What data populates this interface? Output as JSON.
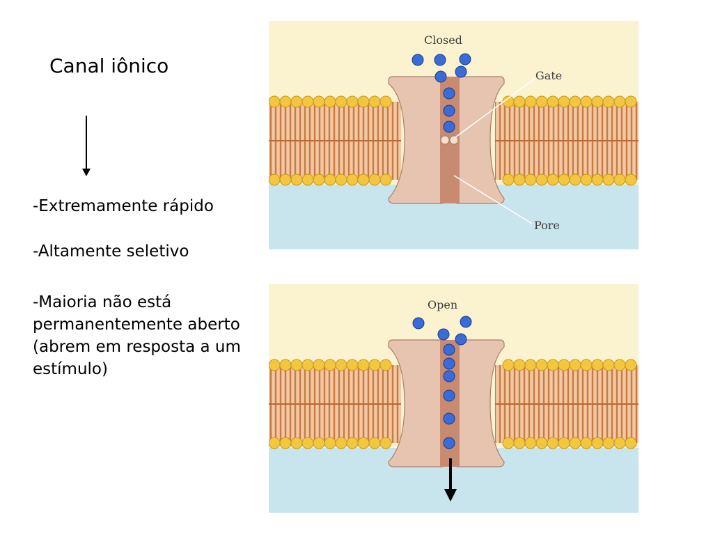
{
  "title": "Canal iônico",
  "bullets": [
    "-Extremamente rápido",
    "-Altamente seletivo",
    "-Maioria não está permanentemente aberto (abrem em resposta a um estímulo)"
  ],
  "diagram_closed": {
    "state_label": "Closed",
    "gate_label": "Gate",
    "pore_label": "Pore"
  },
  "diagram_open": {
    "state_label": "Open"
  },
  "colors": {
    "extracellular": "#fbf3cf",
    "intracellular": "#c8e4ec",
    "lipid_head": "#f3c640",
    "lipid_tail": "#c87c44",
    "channel_protein": "#e6c4b0",
    "channel_pore": "#c98a72",
    "ion": "#3a6bd6"
  }
}
